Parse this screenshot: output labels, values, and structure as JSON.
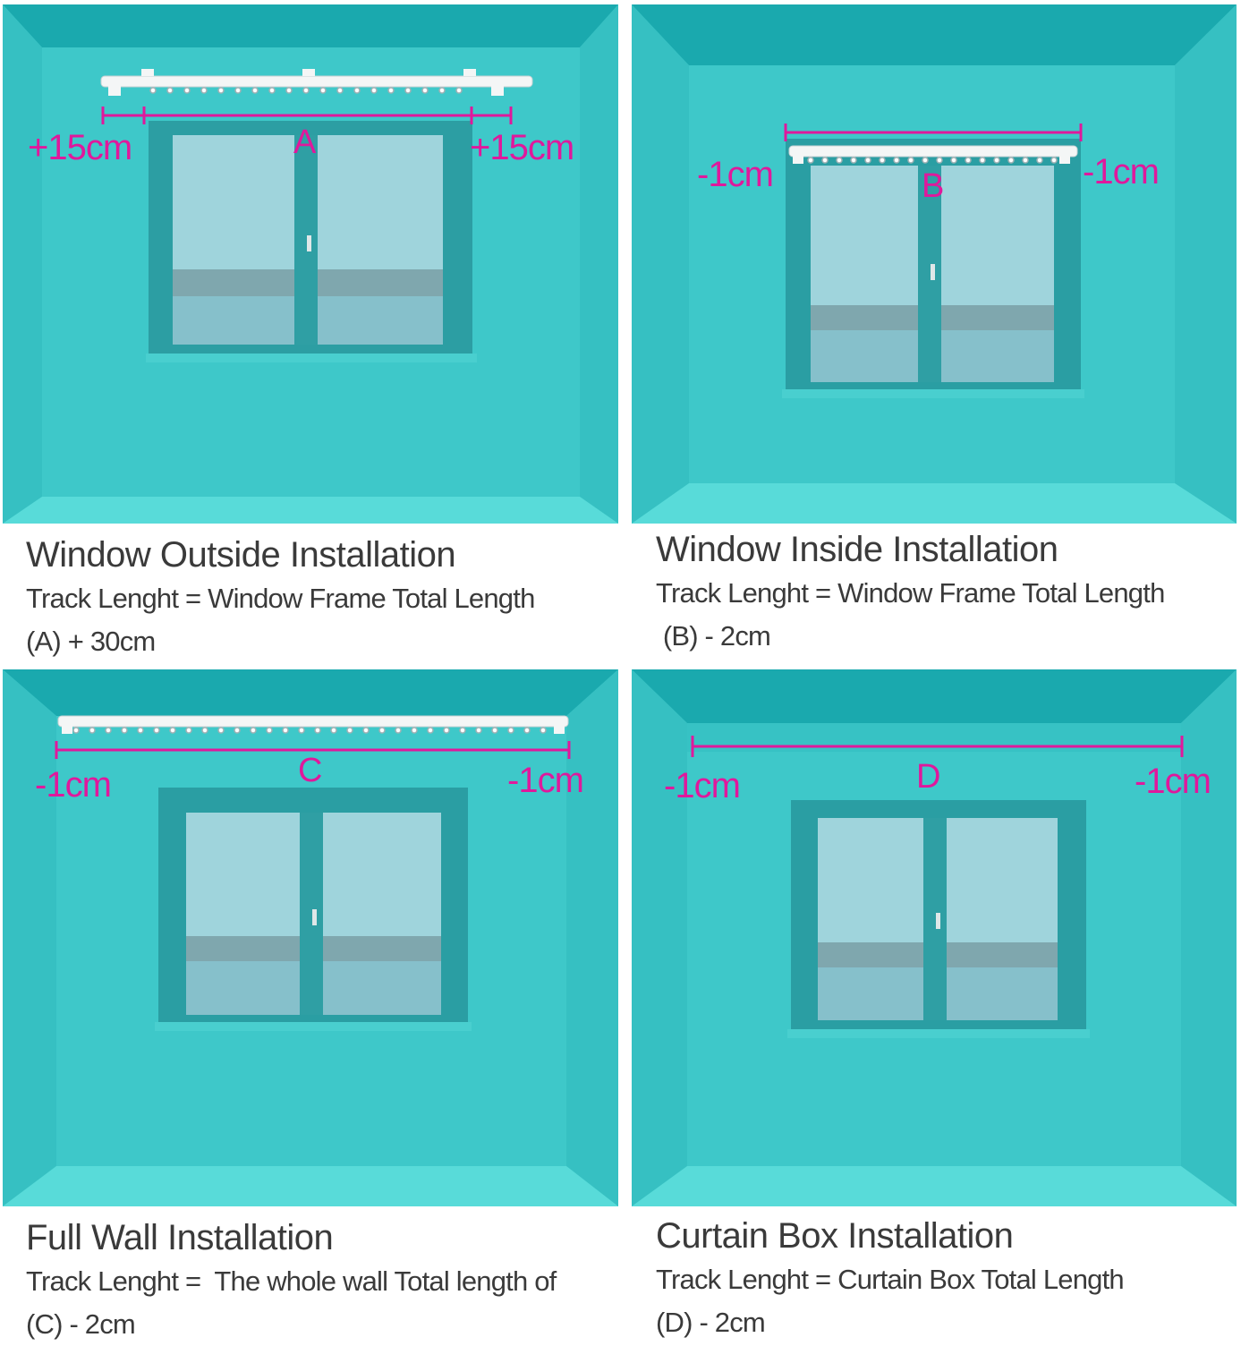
{
  "colors": {
    "wall": "#3ec8c9",
    "ceiling": "#1aa9ae",
    "floor": "#55d9d8",
    "side": "#35bfc1",
    "measure": "#e0189c",
    "caption": "#3a3a3a"
  },
  "panels": [
    {
      "title": "Window Outside Installation",
      "formula_line1": "Track Lenght = Window Frame Total Length",
      "formula_line2": "(A) + 30cm",
      "letter": "A",
      "left_label": "+15cm",
      "right_label": "+15cm"
    },
    {
      "title": "Window Inside Installation",
      "formula_line1": "Track Lenght = Window Frame Total Length",
      "formula_line2": " (B) - 2cm",
      "letter": "B",
      "left_label": "-1cm",
      "right_label": "-1cm"
    },
    {
      "title": "Full Wall Installation",
      "formula_line1": "Track Lenght =  The whole wall Total length of",
      "formula_line2": "(C) - 2cm",
      "letter": "C",
      "left_label": "-1cm",
      "right_label": "-1cm"
    },
    {
      "title": "Curtain Box Installation",
      "formula_line1": "Track Lenght = Curtain Box Total Length",
      "formula_line2": "(D) - 2cm",
      "letter": "D",
      "left_label": "-1cm",
      "right_label": "-1cm"
    }
  ]
}
